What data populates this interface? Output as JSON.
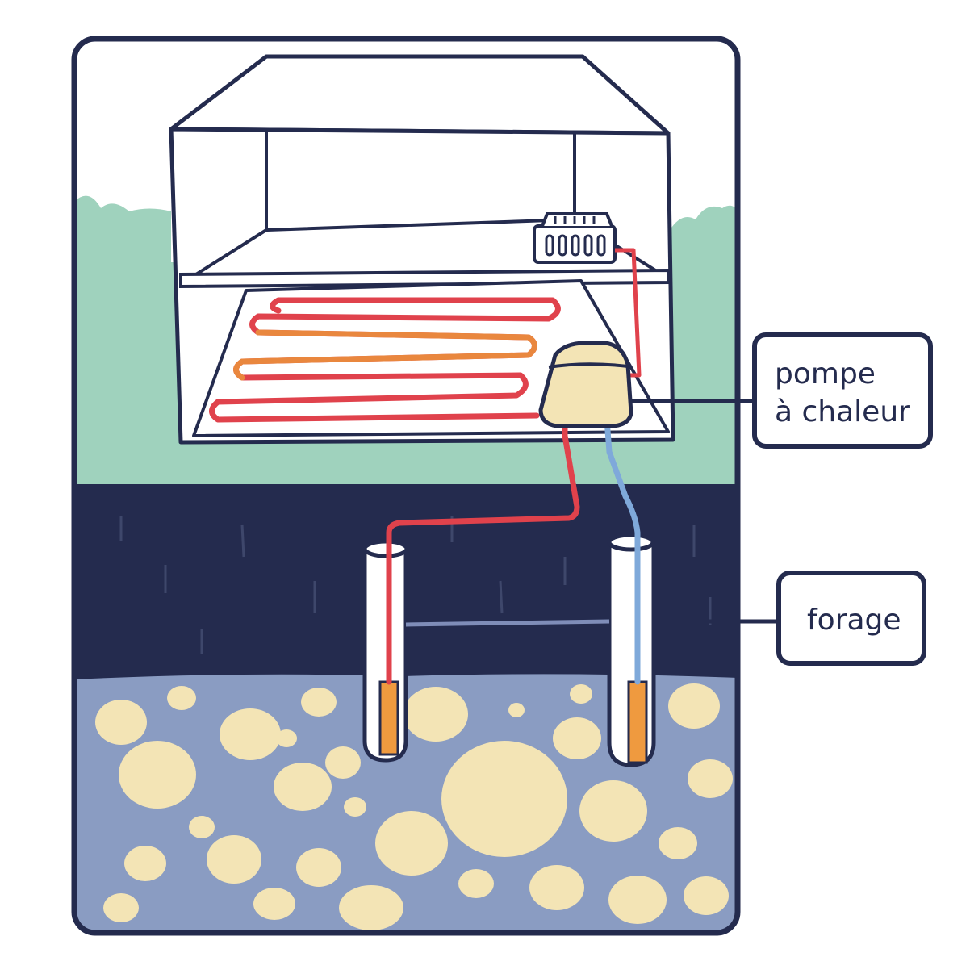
{
  "diagram": {
    "labels": {
      "heat_pump_line1": "pompe",
      "heat_pump_line2": "à chaleur",
      "borehole": "forage"
    }
  },
  "colors": {
    "outline": "#242b4e",
    "sky": "#ffffff",
    "grass": "#9fd2bd",
    "topsoil": "#242b4e",
    "bedrock": "#8a9cc2",
    "stones": "#f3e4b5",
    "hot_pipe": "#e0424c",
    "warm_pipe": "#e9873e",
    "cold_pipe": "#7fa9da",
    "heat_pump_body": "#f3e4b5",
    "probe_tip": "#ef9a3f",
    "tube": "#ffffff"
  }
}
